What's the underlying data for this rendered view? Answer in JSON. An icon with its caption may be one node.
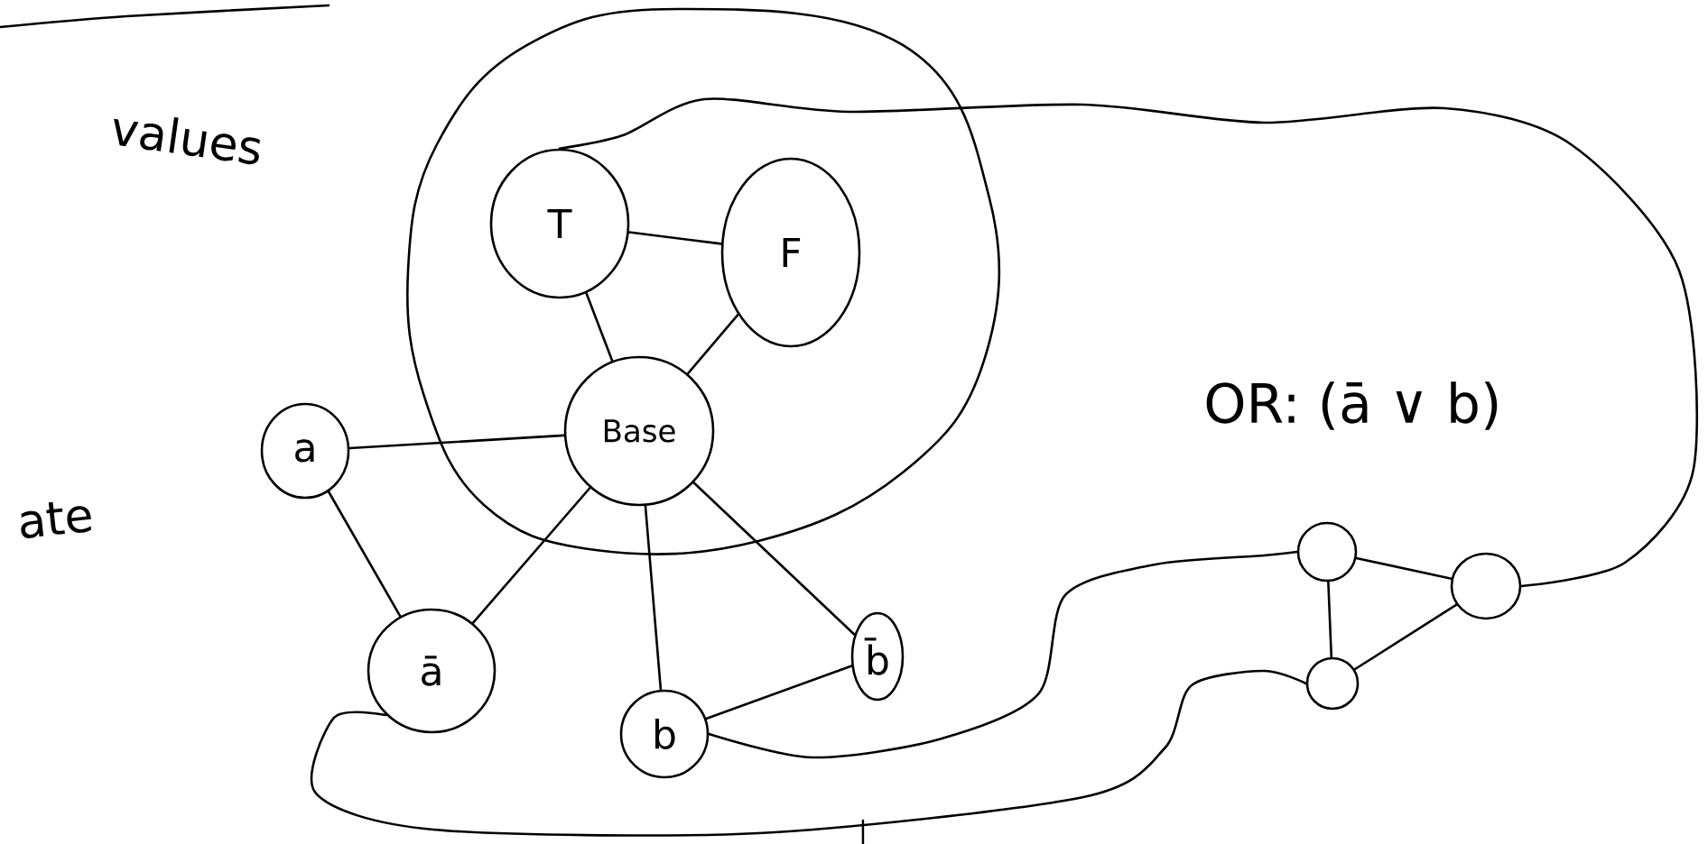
{
  "diagram": {
    "nodes": [
      {
        "text": [
          "T"
        ]
      },
      {
        "text": [
          "F"
        ]
      },
      {
        "text": [
          "Base"
        ]
      },
      {
        "text": [
          "a"
        ]
      },
      {
        "text": [
          "ā"
        ]
      },
      {
        "text": [
          "b̄"
        ]
      },
      {
        "text": [
          "b"
        ]
      },
      {
        "text": [],
        "shape": "circle"
      },
      {
        "text": [],
        "shape": "circle"
      },
      {
        "text": [],
        "shape": "circle"
      }
    ],
    "edges": [
      {
        "from": 0,
        "to": 1,
        "arrow": "none"
      },
      {
        "from": 0,
        "to": 2,
        "arrow": "none"
      },
      {
        "from": 1,
        "to": 2,
        "arrow": "none"
      },
      {
        "from": 3,
        "to": 2,
        "arrow": "none"
      },
      {
        "from": 3,
        "to": 4,
        "arrow": "none"
      },
      {
        "from": 4,
        "to": 2,
        "arrow": "none"
      },
      {
        "from": 6,
        "to": 2,
        "arrow": "none"
      },
      {
        "from": 5,
        "to": 2,
        "arrow": "none"
      },
      {
        "from": 6,
        "to": 5,
        "arrow": "none"
      },
      {
        "from": 6,
        "to": 7,
        "arrow": "none"
      },
      {
        "from": 4,
        "to": 8,
        "arrow": "none"
      },
      {
        "from": 7,
        "to": 8,
        "arrow": "none"
      },
      {
        "from": 7,
        "to": 9,
        "arrow": "none"
      },
      {
        "from": 8,
        "to": 9,
        "arrow": "none"
      },
      {
        "from": 9,
        "to": 0,
        "arrow": "none"
      }
    ],
    "labels": [
      "values",
      "ate",
      "OR: (ā ∨ b)"
    ]
  }
}
